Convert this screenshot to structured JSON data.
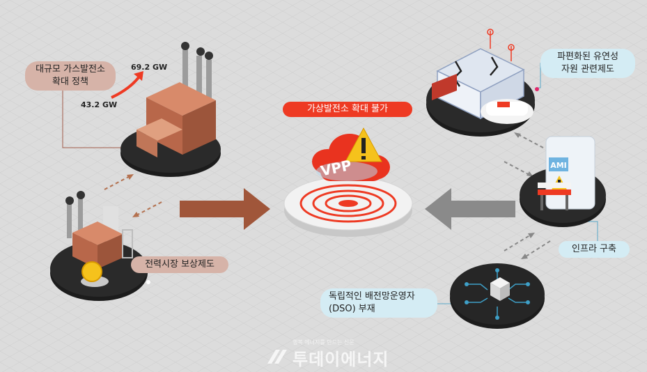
{
  "diagram": {
    "center_title": "가상발전소 확대 불가",
    "vpp_logo": "VPP",
    "ami_badge": "AMI",
    "left": {
      "gas_policy_line1": "대규모 가스발전소",
      "gas_policy_line2": "확대 정책",
      "gw_high": "69.2 GW",
      "gw_low": "43.2 GW",
      "market_label": "전력시장 보상제도"
    },
    "right": {
      "resource_line1": "파편화된 유연성",
      "resource_line2": "자원 관련제도",
      "infra_label": "인프라 구축",
      "dso_line1": "독립적인 배전망운영자",
      "dso_line2": "(DSO) 부재"
    }
  },
  "watermark": {
    "tagline": "행복 에너지를 만드는 신문",
    "brand": "투데이에너지"
  },
  "colors": {
    "accent_red": "#ee3a23",
    "arrow_brown": "#a0563a",
    "arrow_gray": "#8a8a8a",
    "label_tan": "#d6b3a8",
    "label_blue": "#d4ecf4",
    "platform_dark": "#1c1c1c"
  }
}
